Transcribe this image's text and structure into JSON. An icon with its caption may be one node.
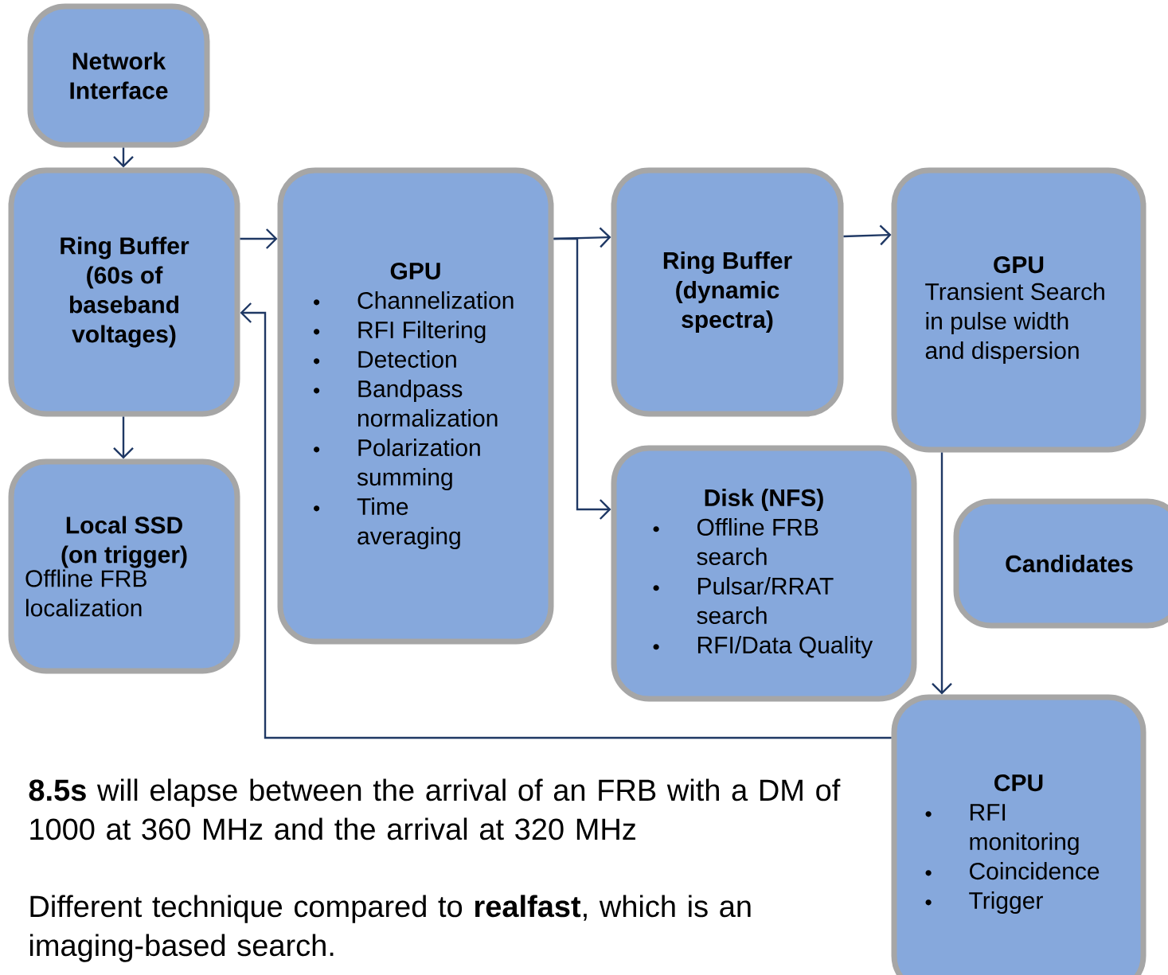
{
  "diagram": {
    "nodes": [
      {
        "text": [
          "Network Interface"
        ]
      },
      {
        "text": [
          "Ring Buffer (60s of baseband voltages)"
        ]
      },
      {
        "text": [
          "Local SSD (on trigger)",
          "Offline FRB localization"
        ]
      },
      {
        "text": [
          "GPU",
          "Channelization",
          "RFI Filtering",
          "Detection",
          "Bandpass normalization",
          "Polarization summing",
          "Time averaging"
        ]
      },
      {
        "text": [
          "Ring Buffer (dynamic spectra)"
        ]
      },
      {
        "text": [
          "GPU",
          "Transient Search in pulse width and dispersion"
        ]
      },
      {
        "text": [
          "Disk (NFS)",
          "Offline FRB search",
          "Pulsar/RRAT search",
          "RFI/Data Quality"
        ]
      },
      {
        "text": [
          "Candidates"
        ]
      },
      {
        "text": [
          "CPU",
          "RFI monitoring",
          "Coincidence",
          "Trigger"
        ]
      }
    ],
    "edges": [
      {
        "from": 0,
        "to": 1,
        "arrow": "to"
      },
      {
        "from": 1,
        "to": 3,
        "arrow": "to"
      },
      {
        "from": 8,
        "to": 1,
        "arrow": "to"
      },
      {
        "from": 1,
        "to": 2,
        "arrow": "to"
      },
      {
        "from": 3,
        "to": 4,
        "arrow": "to"
      },
      {
        "from": 3,
        "to": 6,
        "arrow": "to"
      },
      {
        "from": 4,
        "to": 5,
        "arrow": "to"
      },
      {
        "from": 5,
        "to": 8,
        "arrow": "to"
      }
    ],
    "labels": [
      "**8.5s** will elapse between the arrival of an FRB with a DM of 1000 at 360 MHz and the arrival at 320 MHz",
      "Different technique compared to **realfast**, which is an imaging-based search."
    ]
  }
}
